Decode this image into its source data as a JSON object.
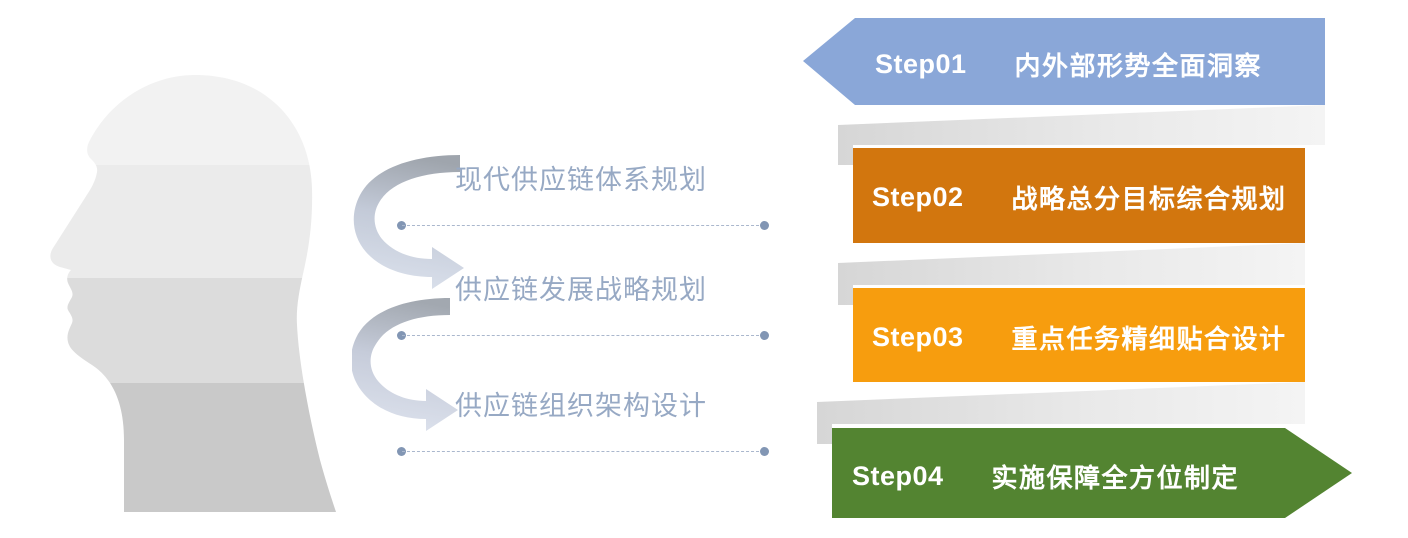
{
  "diagram": {
    "title_implicit": "",
    "head": {
      "icon": "human-head-profile-icon",
      "bands": [
        "#f0f0f0",
        "#e8e8e8",
        "#dcdcdc",
        "#c9c9c9"
      ]
    },
    "arrows": {
      "icon": "curved-arrow-icon",
      "colors": [
        "#a8adb5",
        "#ced5e2"
      ]
    },
    "labels": [
      {
        "text": "现代供应链体系规划"
      },
      {
        "text": "供应链发展战略规划"
      },
      {
        "text": "供应链组织架构设计"
      }
    ],
    "label_color": "#97a9c4",
    "connectors": [
      {
        "name": "dotted-connector-1"
      },
      {
        "name": "dotted-connector-2"
      },
      {
        "name": "dotted-connector-3"
      }
    ],
    "connector_color": "#8296b4"
  },
  "steps": [
    {
      "id": "Step01",
      "text": "内外部形势全面洞察",
      "color": "#8aa7d8",
      "shape": "notched-left-banner"
    },
    {
      "id": "Step02",
      "text": "战略总分目标综合规划",
      "color": "#d2760e",
      "shape": "rectangle-banner"
    },
    {
      "id": "Step03",
      "text": "重点任务精细贴合设计",
      "color": "#f79d0e",
      "shape": "rectangle-banner"
    },
    {
      "id": "Step04",
      "text": "实施保障全方位制定",
      "color": "#538431",
      "shape": "arrow-right-banner"
    }
  ],
  "ribbon": {
    "name": "grey-zigzag-ribbon",
    "color_start": "#d7d7d7",
    "color_end": "#f2f2f2"
  }
}
